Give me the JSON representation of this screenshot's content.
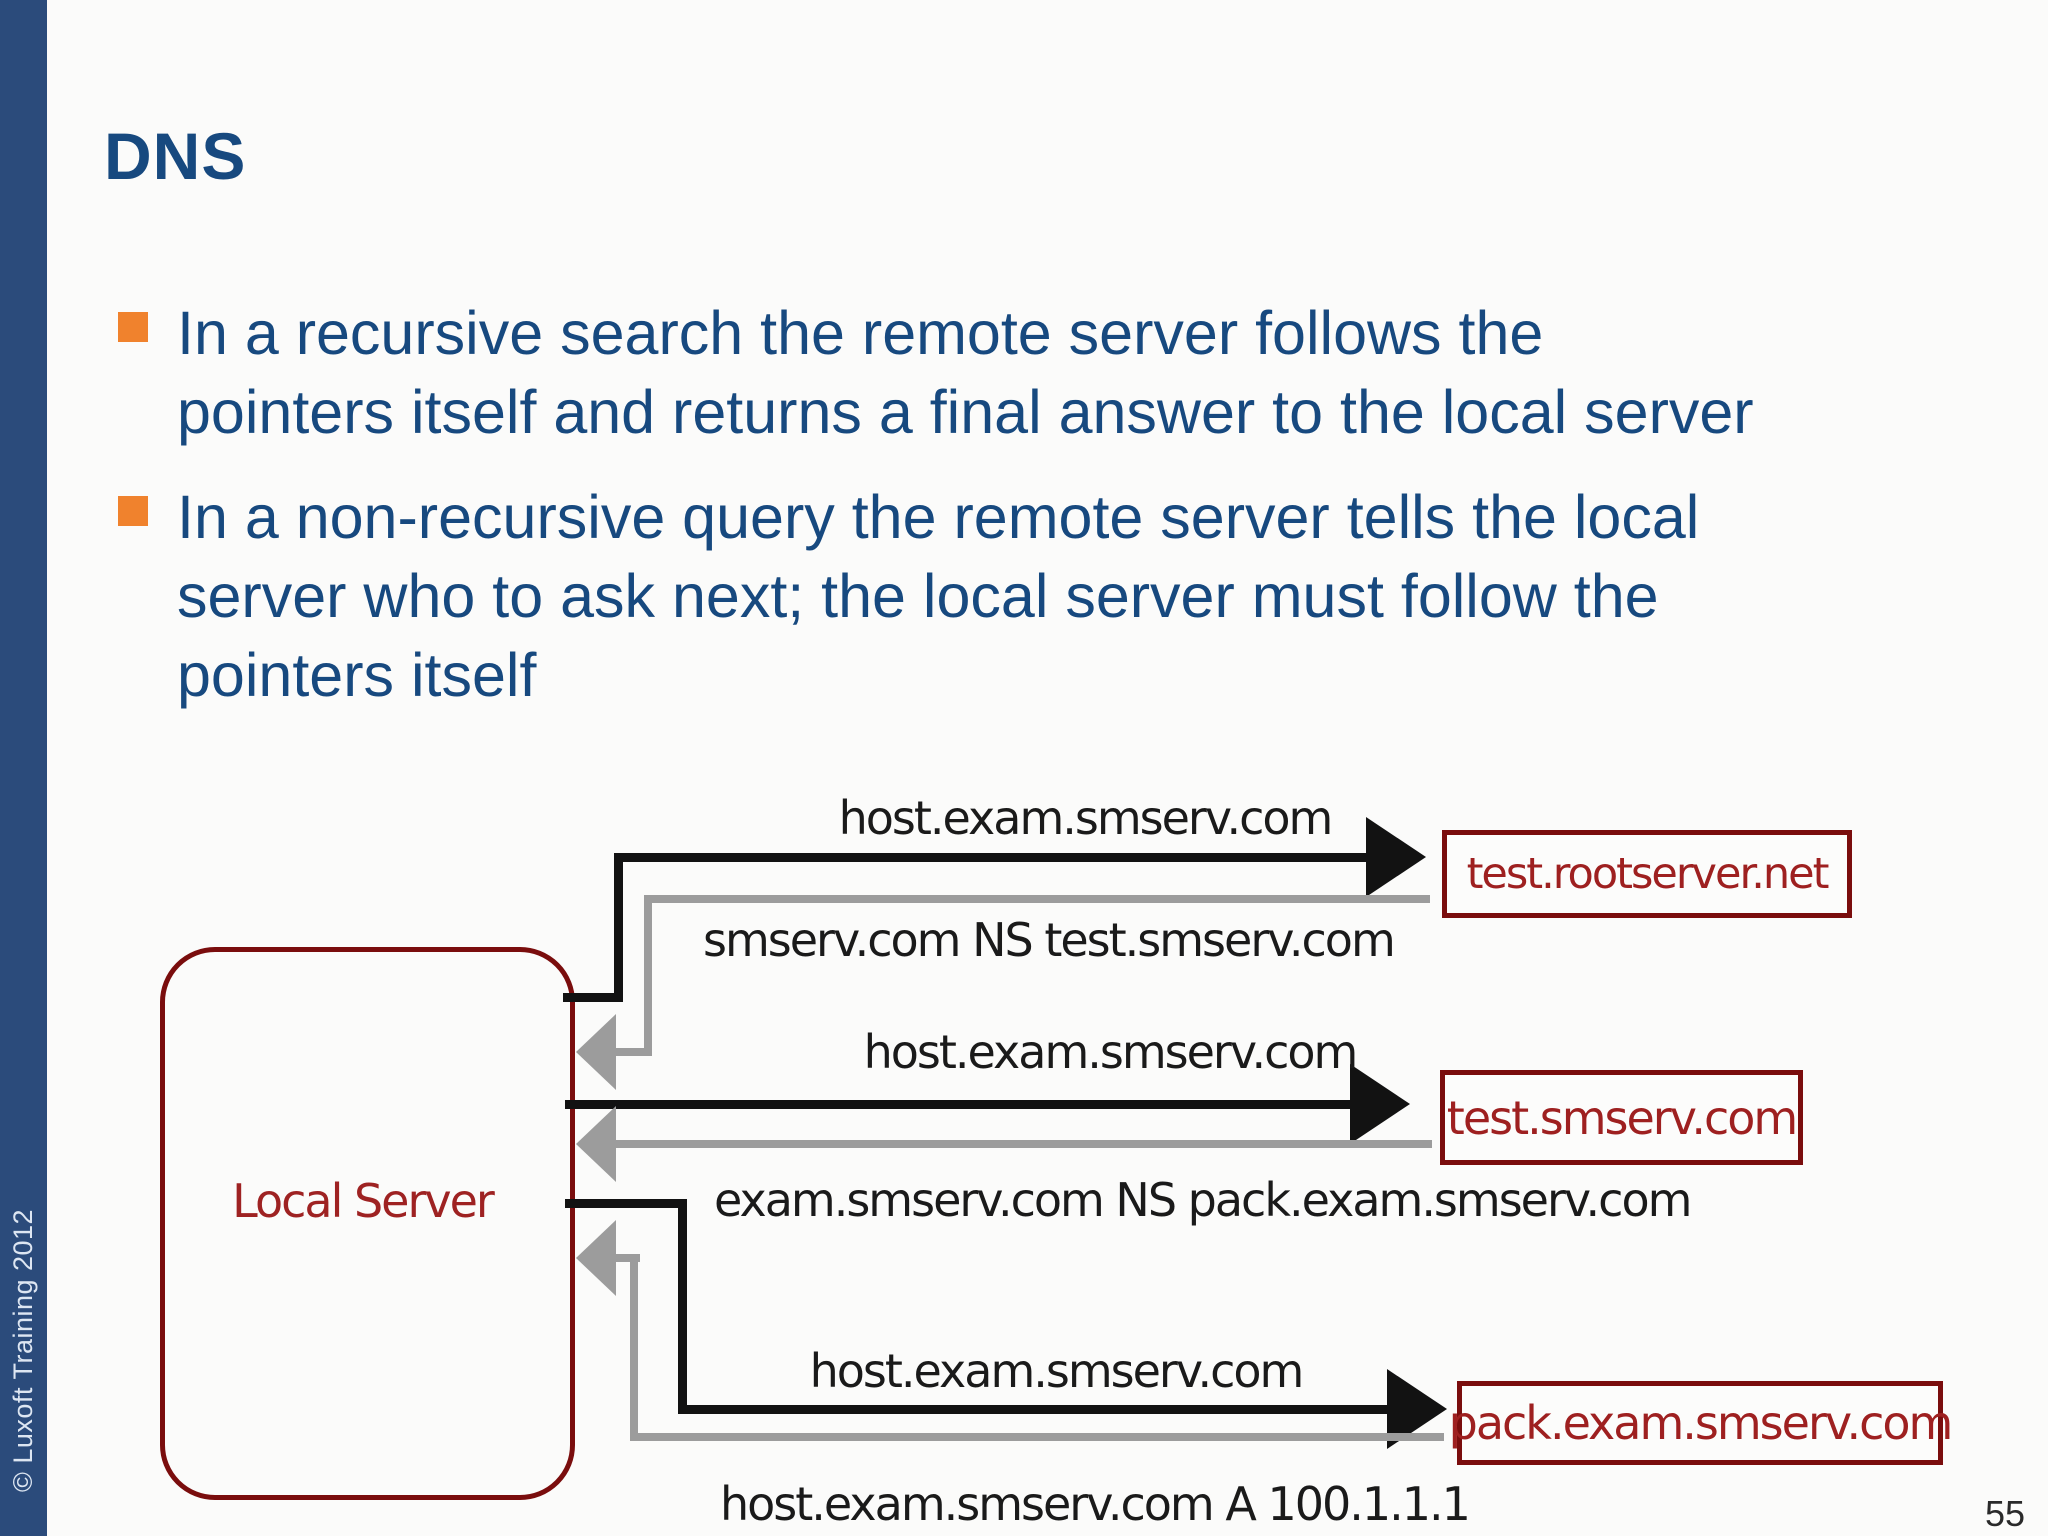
{
  "slide": {
    "title": "DNS",
    "page_number": "55",
    "copyright": "© Luxoft Training 2012",
    "bullets": [
      {
        "lines": [
          "In a recursive search the remote server follows the",
          "pointers itself and returns a final answer to the local server"
        ]
      },
      {
        "lines": [
          "In a non-recursive query the remote server tells the local",
          "server who to ask next; the local server must follow the",
          "pointers itself"
        ]
      }
    ]
  },
  "diagram": {
    "local_server_label": "Local Server",
    "exchanges": [
      {
        "server": "test.rootserver.net",
        "query": "host.exam.smserv.com",
        "response": "smserv.com NS test.smserv.com"
      },
      {
        "server": "test.smserv.com",
        "query": "host.exam.smserv.com",
        "response": "exam.smserv.com NS pack.exam.smserv.com"
      },
      {
        "server": "pack.exam.smserv.com",
        "query": "host.exam.smserv.com",
        "response": "host.exam.smserv.com A 100.1.1.1"
      }
    ]
  },
  "colors": {
    "sidebar": "#2B4B7B",
    "heading_text": "#17497F",
    "bullet_accent": "#F0822D",
    "box_border": "#7A0D0D",
    "box_text": "#9E2020",
    "query_arrow": "#121212",
    "response_arrow": "#9C9C9C",
    "background": "#FBFBFA"
  }
}
